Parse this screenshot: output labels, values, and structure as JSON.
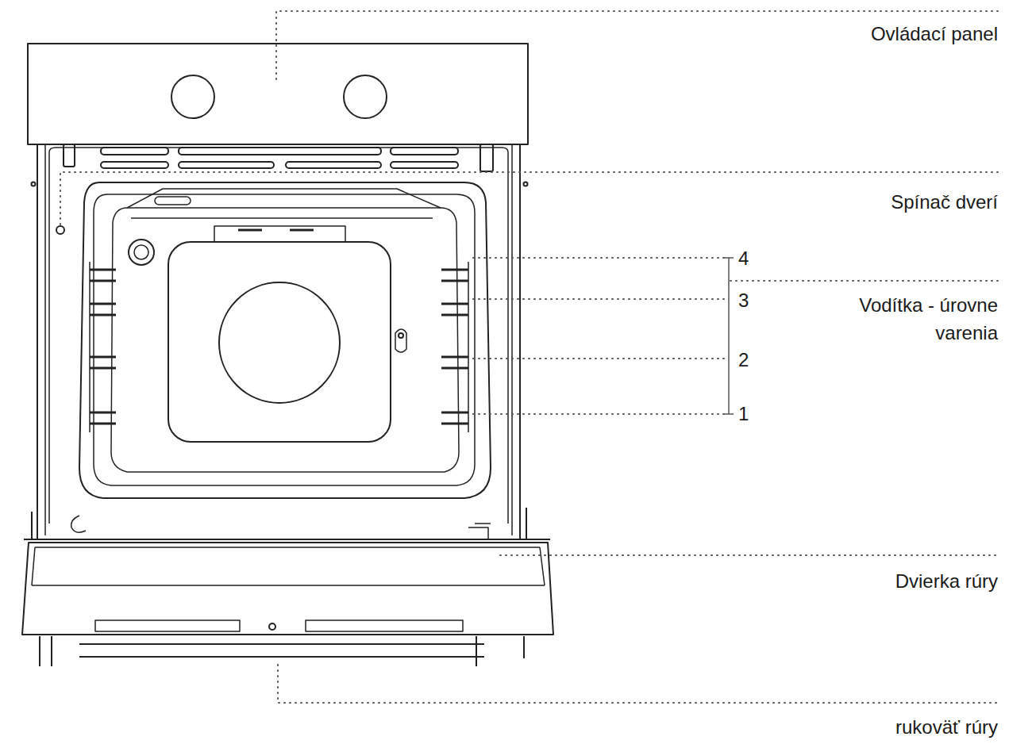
{
  "diagram": {
    "labels": [
      "Ovládací panel",
      "Spínač dverí",
      "4",
      "Vodítka - úrovne varenia",
      "3",
      "2",
      "1",
      "Dvierka rúry",
      "rukoväť rúry"
    ]
  }
}
